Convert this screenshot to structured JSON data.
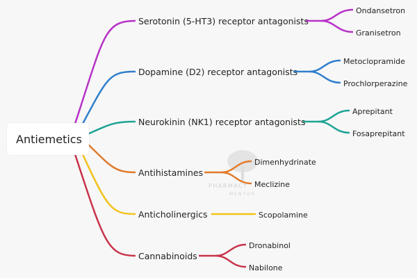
{
  "root": {
    "label": "Antiemetics"
  },
  "branches": [
    {
      "label": "Serotonin (5-HT3) receptor antagonists",
      "color": "#b733c7",
      "children": [
        "Ondansetron",
        "Granisetron"
      ]
    },
    {
      "label": "Dopamine (D2) receptor antagonists",
      "color": "#2f7fcb",
      "children": [
        "Metoclopramide",
        "Prochlorperazine"
      ]
    },
    {
      "label": "Neurokinin (NK1) receptor antagonists",
      "color": "#1ea396",
      "children": [
        "Aprepitant",
        "Fosaprepitant"
      ]
    },
    {
      "label": "Antihistamines",
      "color": "#e07a2a",
      "children": [
        "Dimenhydrinate",
        "Meclizine"
      ]
    },
    {
      "label": "Anticholinergics",
      "color": "#f2c21a",
      "children": [
        "Scopolamine"
      ]
    },
    {
      "label": "Cannabinoids",
      "color": "#c8334b",
      "children": [
        "Dronabinol",
        "Nabilone"
      ]
    }
  ],
  "watermark": {
    "line1": "PHARMACY",
    "line2": "MENTOR"
  }
}
